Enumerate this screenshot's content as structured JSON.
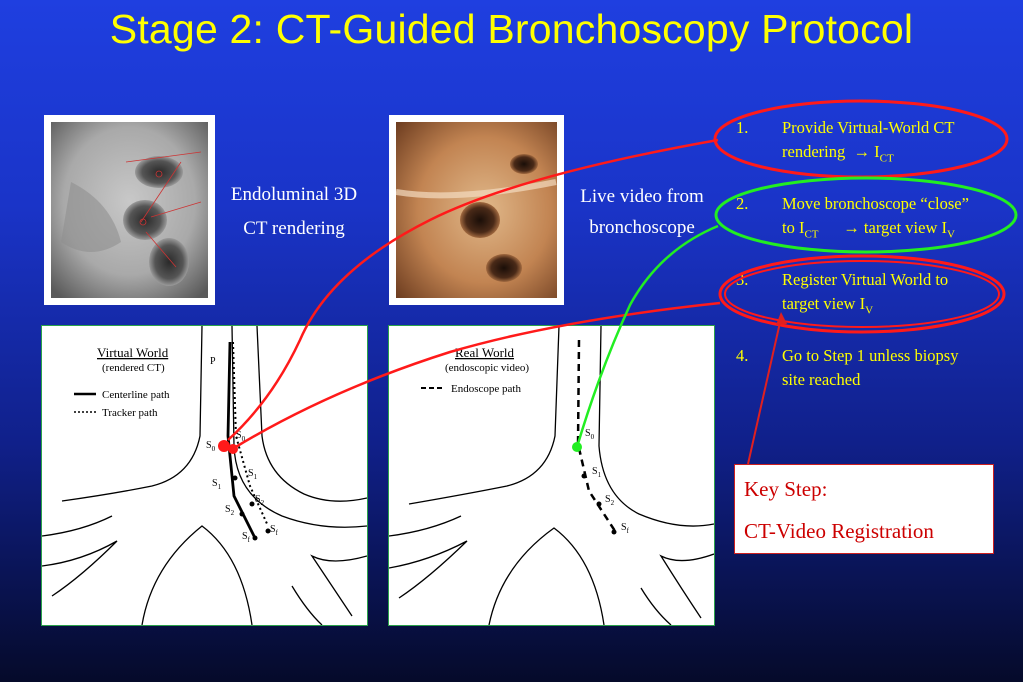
{
  "title": "Stage 2: CT-Guided Bronchoscopy Protocol",
  "ct_caption": {
    "line1": "Endoluminal 3D",
    "line2": "CT rendering"
  },
  "video_caption": {
    "line1": "Live video from",
    "line2": "bronchoscope"
  },
  "steps": [
    {
      "num": "1.",
      "line1": "Provide Virtual-World CT",
      "line2_text": "rendering",
      "line2_arrow": "→",
      "line2_sym": "I",
      "line2_sub": "CT"
    },
    {
      "num": "2.",
      "line1": "Move bronchoscope “close”",
      "line2_text": "to I",
      "line2_sub": "CT",
      "line2_arrow": "→",
      "line2_after": "target view I",
      "line2_sub2": "V"
    },
    {
      "num": "3.",
      "line1": "Register Virtual World to",
      "line2_text": "target view I",
      "line2_sub": "V"
    },
    {
      "num": "4.",
      "line1": "Go to Step 1 unless biopsy",
      "line2_text": "site reached"
    }
  ],
  "key_step": {
    "line1": "Key Step:",
    "line2": "CT-Video Registration"
  },
  "virtual_world": {
    "title": "Virtual World",
    "subtitle": "(rendered CT)",
    "legend": [
      "Centerline path",
      "Tracker path"
    ],
    "labels": {
      "p": "P",
      "s0": "S",
      "s0_sub": "0",
      "s1": "S",
      "s1_sub": "1",
      "s2": "S",
      "s2_sub": "2",
      "sf": "S",
      "sf_sub": "f",
      "t0": "S",
      "t0_sub": "0",
      "t1": "S",
      "t1_sub": "1",
      "t2": "S",
      "t2_sub": "2",
      "tf": "S",
      "tf_sub": "f"
    }
  },
  "real_world": {
    "title": "Real World",
    "subtitle": "(endoscopic video)",
    "legend": [
      "Endoscope path"
    ],
    "labels": {
      "r0": "S",
      "r0_sub": "0",
      "r1": "S",
      "r1_sub": "1",
      "r2": "S",
      "r2_sub": "2",
      "rf": "S",
      "rf_sub": "f"
    }
  },
  "colors": {
    "background": "#1a34c8",
    "title": "#ffff00",
    "steps_text": "#ffff00",
    "red_connector": "#ff1a1a",
    "green_connector": "#22ee22",
    "key_text": "#cc0000"
  }
}
